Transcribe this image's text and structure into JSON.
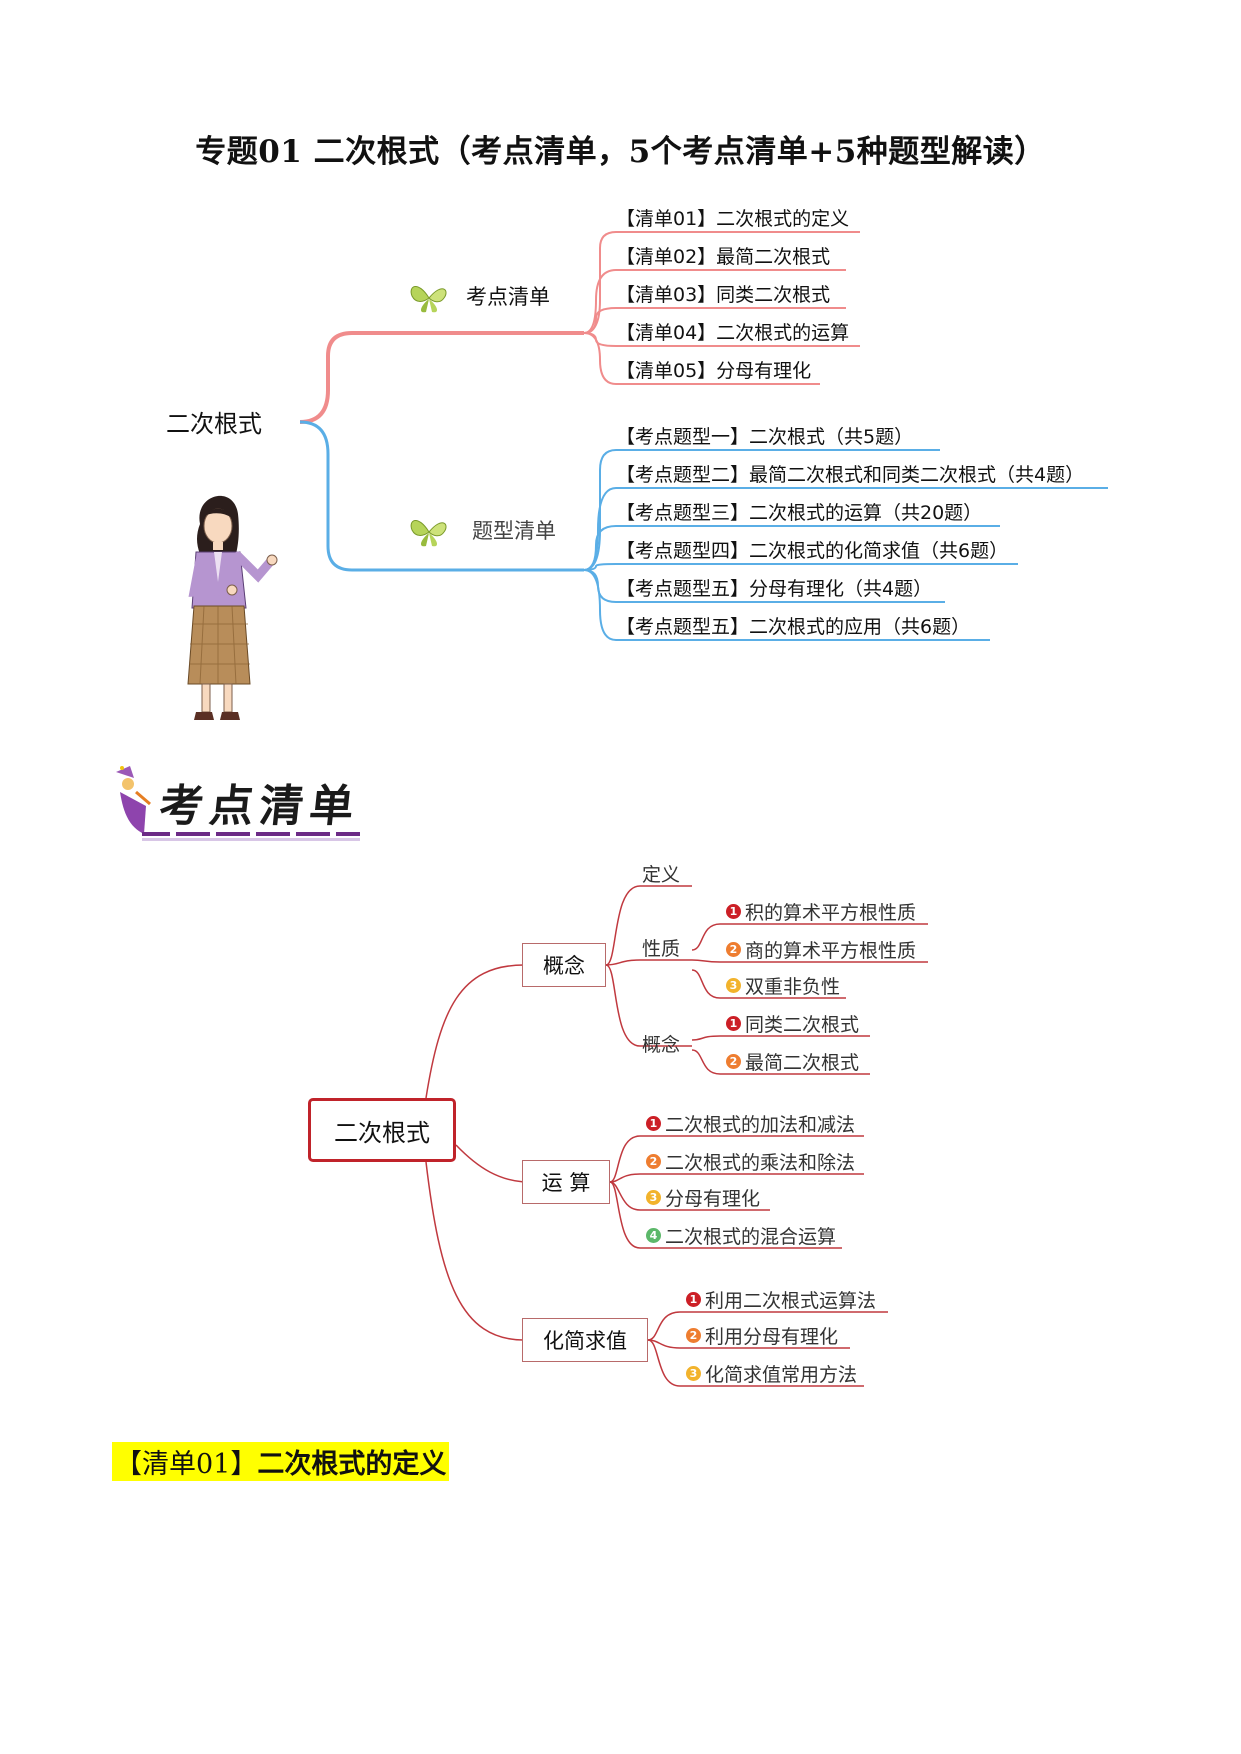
{
  "page_title": "专题01 二次根式（考点清单，5个考点清单+5种题型解读）",
  "overview_map": {
    "root": "二次根式",
    "branch_kaodian": "考点清单",
    "branch_tixing": "题型清单",
    "kaodian_items": [
      "【清单01】二次根式的定义",
      "【清单02】最简二次根式",
      "【清单03】同类二次根式",
      "【清单04】二次根式的运算",
      "【清单05】分母有理化"
    ],
    "tixing_items": [
      "【考点题型一】二次根式（共5题）",
      "【考点题型二】最简二次根式和同类二次根式（共4题）",
      "【考点题型三】二次根式的运算（共20题）",
      "【考点题型四】二次根式的化简求值（共6题）",
      "【考点题型五】分母有理化（共4题）",
      "【考点题型五】二次根式的应用（共6题）"
    ]
  },
  "banner_text": "考点清单",
  "concept_map": {
    "root": "二次根式",
    "gainian": {
      "label": "概念",
      "dingyi": "定义",
      "xingzhi": "性质",
      "xingzhi_items": [
        "积的算术平方根性质",
        "商的算术平方根性质",
        "双重非负性"
      ],
      "gainian_sub": "概念",
      "gainian_items": [
        "同类二次根式",
        "最简二次根式"
      ]
    },
    "yunsuan": {
      "label": "运 算",
      "items": [
        "二次根式的加法和减法",
        "二次根式的乘法和除法",
        "分母有理化",
        "二次根式的混合运算"
      ]
    },
    "huajian": {
      "label": "化简求值",
      "items": [
        "利用二次根式运算法",
        "利用分母有理化",
        "化简求值常用方法"
      ]
    },
    "num_labels": [
      "1",
      "2",
      "3",
      "4"
    ],
    "colors": {
      "n1": "#cc1f26",
      "n2": "#ee7d30",
      "n3": "#f2b32c",
      "n4": "#5cb86a",
      "line": "#c0393f"
    }
  },
  "section": {
    "bracket_label": "【清单01】",
    "title": "二次根式的定义"
  }
}
